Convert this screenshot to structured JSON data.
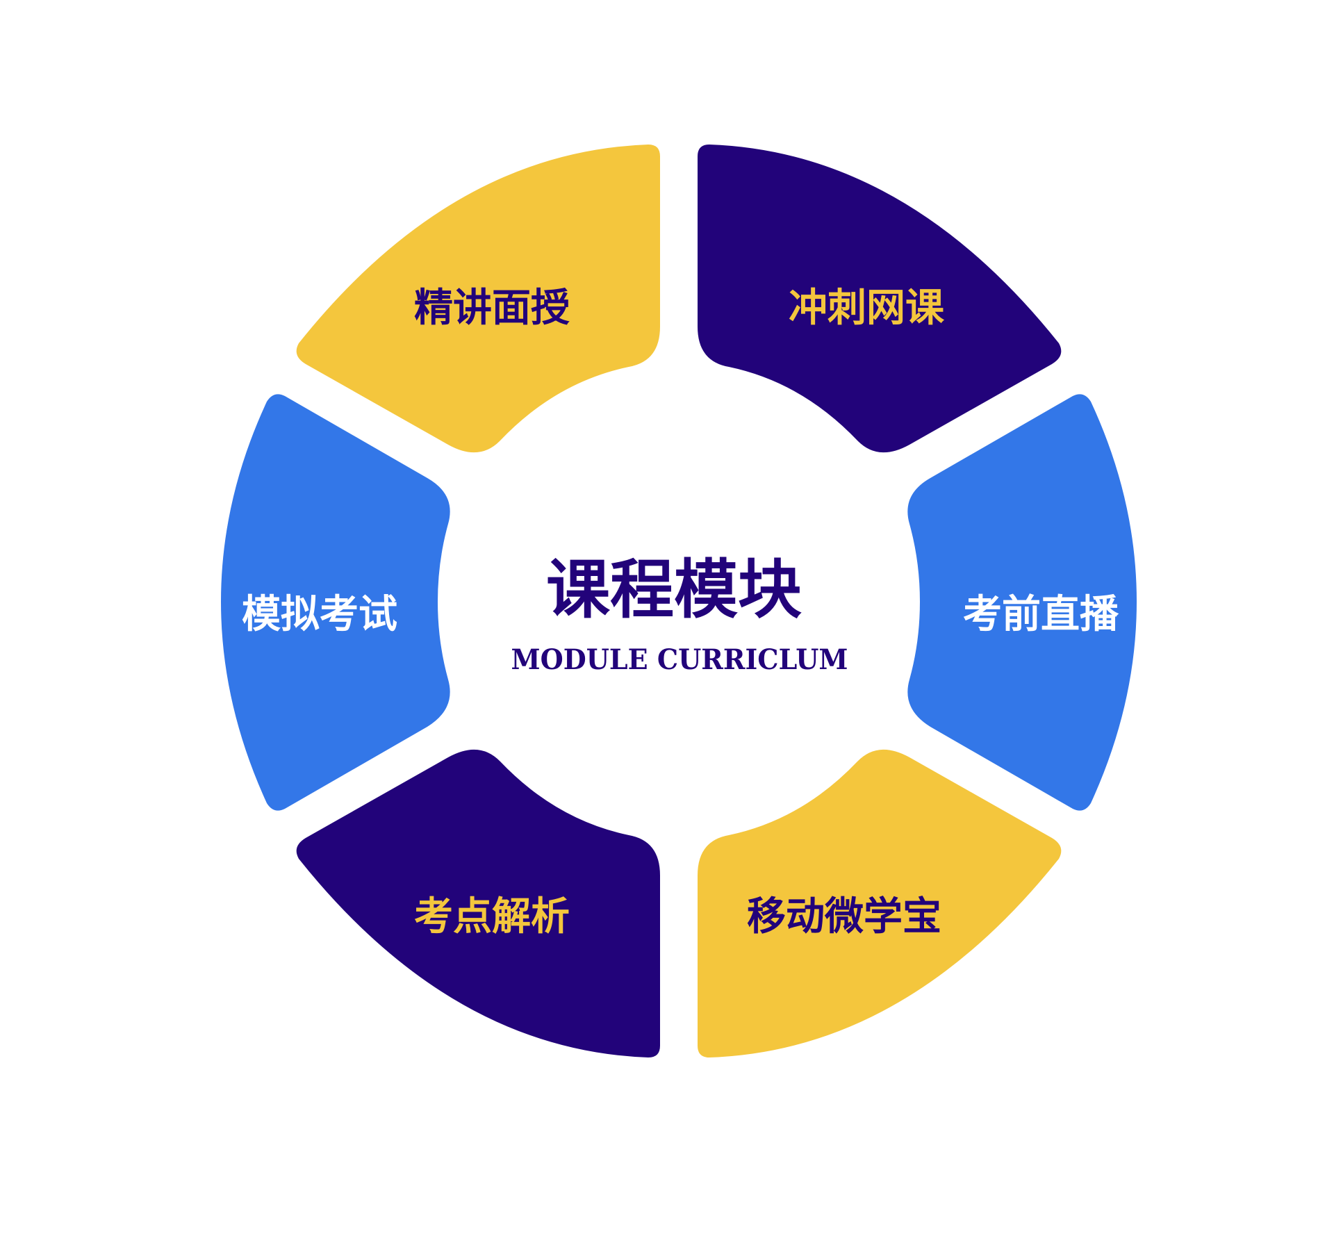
{
  "diagram": {
    "center": {
      "title": "课程模块",
      "subtitle": "MODULE CURRICLUM"
    },
    "segments": [
      {
        "label": "精讲面授",
        "fill": "#F4C63D",
        "text_color": "#22037A"
      },
      {
        "label": "冲刺网课",
        "fill": "#22037A",
        "text_color": "#F4C63D"
      },
      {
        "label": "模拟考试",
        "fill": "#3377E8",
        "text_color": "#FFFFFF"
      },
      {
        "label": "考前直播",
        "fill": "#3377E8",
        "text_color": "#FFFFFF"
      },
      {
        "label": "考点解析",
        "fill": "#22037A",
        "text_color": "#F4C63D"
      },
      {
        "label": "移动微学宝",
        "fill": "#F4C63D",
        "text_color": "#22037A"
      }
    ],
    "colors": {
      "yellow": "#F4C63D",
      "navy": "#22037A",
      "blue": "#3377E8",
      "background": "#FFFFFF"
    }
  }
}
